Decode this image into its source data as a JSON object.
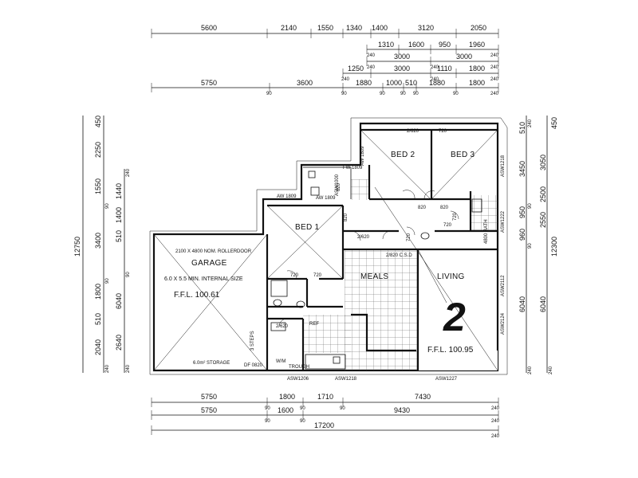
{
  "top_dims": {
    "row1": [
      "5600",
      "2140",
      "1550",
      "1340",
      "1400",
      "3120",
      "2050"
    ],
    "row2": [
      "1310",
      "1600",
      "950",
      "1960"
    ],
    "row3": [
      "3000",
      "3000"
    ],
    "row4": [
      "1250",
      "3000",
      "1110",
      "1800"
    ],
    "row5": [
      "5750",
      "3600",
      "1880",
      "1000",
      "510",
      "1880",
      "1800"
    ],
    "small90": "90",
    "small240": "240"
  },
  "bottom_dims": {
    "row1": [
      "5750",
      "1800",
      "1710",
      "7430"
    ],
    "row2": [
      "5750",
      "1600",
      "9430"
    ],
    "total": "17200",
    "small90": "90",
    "small240": "240"
  },
  "left_dims": {
    "outer": "12750",
    "col1": [
      "450",
      "2250",
      "1550",
      "3400",
      "1800",
      "510",
      "2040"
    ],
    "col2": [
      "1440",
      "1400",
      "510",
      "6040",
      "2640"
    ],
    "small90": "90",
    "small240": "240"
  },
  "right_dims": {
    "col1": [
      "510",
      "3450",
      "950",
      "960",
      "6040"
    ],
    "col2": [
      "450",
      "3050",
      "2550",
      "12300"
    ],
    "col3": [
      "2500",
      "6040"
    ],
    "small90": "90",
    "small240": "240"
  },
  "rooms": {
    "garage": "GARAGE",
    "garage_door": "2100 X 4800 NOM. ROLLERDOOR",
    "garage_size": "6.0 X 5.5 MIN. INTERNAL SIZE",
    "garage_ffl": "F.F.L. 100.61",
    "storage": "6.0m² STORAGE",
    "bed1": "BED 1",
    "bed2": "BED 2",
    "bed3": "BED 3",
    "meals": "MEALS",
    "living": "LIVING",
    "living_ffl": "F.F.L. 100.95",
    "lot_number": "2"
  },
  "labels": {
    "aw1809_a": "AW 1809",
    "aw1809_b": "AW 1809",
    "fw1809": "FW 1809",
    "aw1809_v": "AW 1809",
    "door720_a": "720",
    "door720_b": "720",
    "door720_c": "720",
    "door720_d": "720",
    "door720_e": "720",
    "door720_f": "720",
    "door820_a": "820",
    "door820_b": "820",
    "door820_c": "820",
    "door820_d": "820",
    "door2620_a": "2/620",
    "door2620_b": "2/620",
    "door2620_c": "2/620",
    "bath": "4800 BATH",
    "ref": "REF",
    "steps": "3 STEPS",
    "wm": "W/M",
    "trough": "TROUGH",
    "df0820": "DF 0820",
    "asw1206": "ASW1206",
    "asw1218_b": "ASW1218",
    "asw1227": "ASW1227",
    "asw1218_r": "ASW1218",
    "asw1222": "ASW1222",
    "asw2112": "ASW2112",
    "asw2124": "ASW2124",
    "asw1000": "ASW1000",
    "pc": "2/820 C.S.D"
  }
}
